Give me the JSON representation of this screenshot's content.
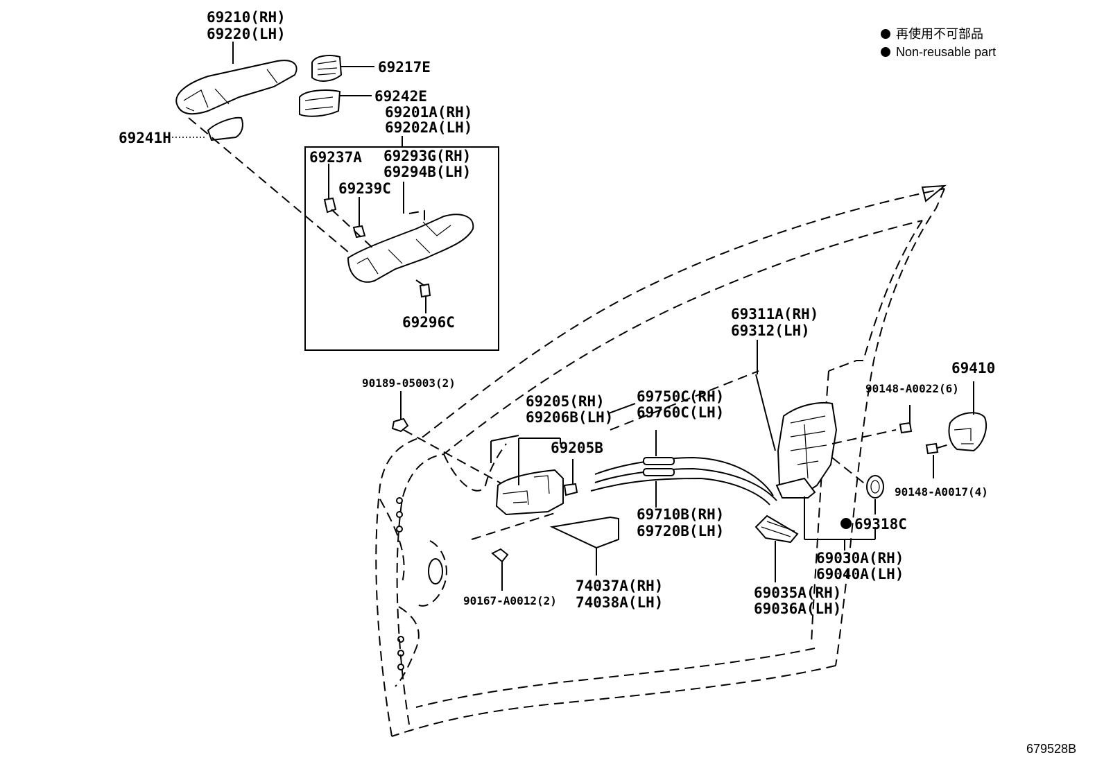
{
  "legend": {
    "jp": "再使用不可部品",
    "en": "Non-reusable part"
  },
  "diagram_id": "679528B",
  "labels": {
    "p69210": "69210(RH)",
    "p69220": "69220(LH)",
    "p69217E": "69217E",
    "p69242E": "69242E",
    "p69201A": "69201A(RH)",
    "p69202A": "69202A(LH)",
    "p69241H": "69241H",
    "p69237A": "69237A",
    "p69293G": "69293G(RH)",
    "p69294B": "69294B(LH)",
    "p69239C": "69239C",
    "p69296C": "69296C",
    "p90189": "90189-05003(2)",
    "p69311A": "69311A(RH)",
    "p69312": "69312(LH)",
    "p69410": "69410",
    "p90148_22": "90148-A0022(6)",
    "p69205": "69205(RH)",
    "p69206B": "69206B(LH)",
    "p69750C": "69750C(RH)",
    "p69760C": "69760C(LH)",
    "p69205B": "69205B",
    "p90148_17": "90148-A0017(4)",
    "p69710B": "69710B(RH)",
    "p69720B": "69720B(LH)",
    "p69318C": "69318C",
    "p69030A": "69030A(RH)",
    "p69040A": "69040A(LH)",
    "p74037A": "74037A(RH)",
    "p74038A": "74038A(LH)",
    "p90167": "90167-A0012(2)",
    "p69035A": "69035A(RH)",
    "p69036A": "69036A(LH)"
  }
}
